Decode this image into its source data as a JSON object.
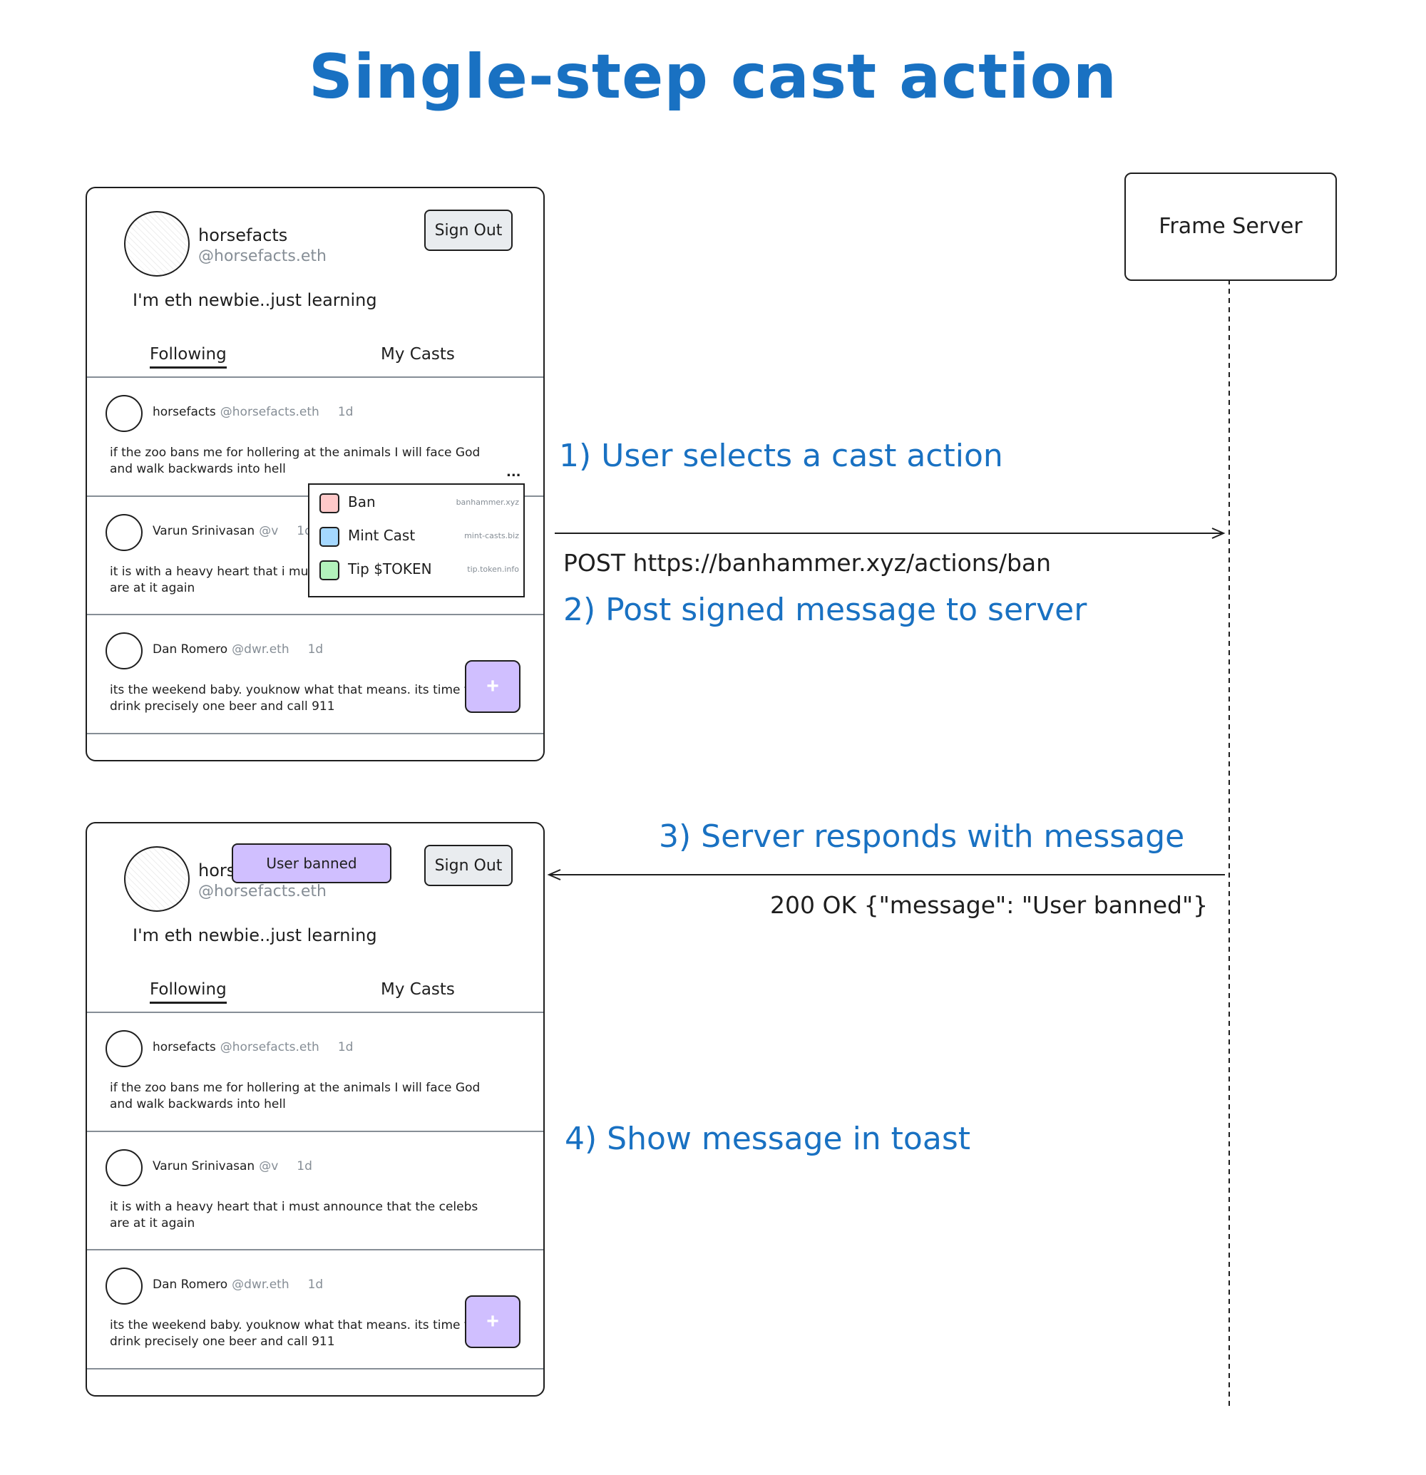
{
  "title": "Single-step cast action",
  "profile": {
    "name": "horsefacts",
    "handle": "@horsefacts.eth",
    "bio": "I'm eth newbie..just learning",
    "signout_label": "Sign Out",
    "tabs": [
      "Following",
      "My Casts"
    ]
  },
  "casts": [
    {
      "name": "horsefacts",
      "handle": "@horsefacts.eth",
      "time": "1d",
      "text": "if the zoo bans me for hollering at the animals I will face God and walk backwards into hell"
    },
    {
      "name": "Varun Srinivasan",
      "handle": "@v",
      "time": "1d",
      "text": "it is with a heavy heart that i must announce that the celebs are at it again"
    },
    {
      "name": "Dan Romero",
      "handle": "@dwr.eth",
      "time": "1d",
      "text": "its the weekend baby. youknow what that means. its time to drink precisely one beer and call 911"
    }
  ],
  "more_label": "...",
  "fab_label": "+",
  "menu": [
    {
      "label": "Ban",
      "domain": "banhammer.xyz",
      "color": "#ffc9c9"
    },
    {
      "label": "Mint Cast",
      "domain": "mint-casts.biz",
      "color": "#a5d8ff"
    },
    {
      "label": "Tip $TOKEN",
      "domain": "tip.token.info",
      "color": "#b2f2bb"
    }
  ],
  "toast": "User banned",
  "server": "Frame Server",
  "steps": {
    "s1": "1) User selects a cast action",
    "s2": "2) Post signed message to server",
    "s3": "3) Server responds with message",
    "s4": "4) Show message in toast"
  },
  "request": "POST https://banhammer.xyz/actions/ban",
  "response": "200 OK {\"message\": \"User banned\"}",
  "colors": {
    "accent": "#1971c2",
    "toast": "#d0bfff",
    "fab": "#d0bfff",
    "button": "#e9ecef"
  }
}
